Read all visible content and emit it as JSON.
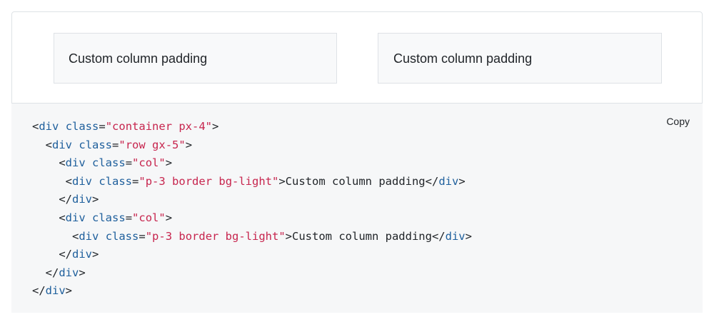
{
  "example": {
    "cells": [
      {
        "text": "Custom column padding"
      },
      {
        "text": "Custom column padding"
      }
    ]
  },
  "code": {
    "copy_label": "Copy",
    "lines": [
      {
        "indent": "",
        "parts": [
          [
            "punct",
            "<"
          ],
          [
            "tag",
            "div"
          ],
          [
            "punct",
            " "
          ],
          [
            "attr",
            "class"
          ],
          [
            "punct",
            "="
          ],
          [
            "str",
            "\"container px-4\""
          ],
          [
            "punct",
            ">"
          ]
        ]
      },
      {
        "indent": "  ",
        "parts": [
          [
            "punct",
            "<"
          ],
          [
            "tag",
            "div"
          ],
          [
            "punct",
            " "
          ],
          [
            "attr",
            "class"
          ],
          [
            "punct",
            "="
          ],
          [
            "str",
            "\"row gx-5\""
          ],
          [
            "punct",
            ">"
          ]
        ]
      },
      {
        "indent": "    ",
        "parts": [
          [
            "punct",
            "<"
          ],
          [
            "tag",
            "div"
          ],
          [
            "punct",
            " "
          ],
          [
            "attr",
            "class"
          ],
          [
            "punct",
            "="
          ],
          [
            "str",
            "\"col\""
          ],
          [
            "punct",
            ">"
          ]
        ]
      },
      {
        "indent": "     ",
        "parts": [
          [
            "punct",
            "<"
          ],
          [
            "tag",
            "div"
          ],
          [
            "punct",
            " "
          ],
          [
            "attr",
            "class"
          ],
          [
            "punct",
            "="
          ],
          [
            "str",
            "\"p-3 border bg-light\""
          ],
          [
            "punct",
            ">Custom column padding</"
          ],
          [
            "tag",
            "div"
          ],
          [
            "punct",
            ">"
          ]
        ]
      },
      {
        "indent": "    ",
        "parts": [
          [
            "punct",
            "</"
          ],
          [
            "tag",
            "div"
          ],
          [
            "punct",
            ">"
          ]
        ]
      },
      {
        "indent": "    ",
        "parts": [
          [
            "punct",
            "<"
          ],
          [
            "tag",
            "div"
          ],
          [
            "punct",
            " "
          ],
          [
            "attr",
            "class"
          ],
          [
            "punct",
            "="
          ],
          [
            "str",
            "\"col\""
          ],
          [
            "punct",
            ">"
          ]
        ]
      },
      {
        "indent": "      ",
        "parts": [
          [
            "punct",
            "<"
          ],
          [
            "tag",
            "div"
          ],
          [
            "punct",
            " "
          ],
          [
            "attr",
            "class"
          ],
          [
            "punct",
            "="
          ],
          [
            "str",
            "\"p-3 border bg-light\""
          ],
          [
            "punct",
            ">Custom column padding</"
          ],
          [
            "tag",
            "div"
          ],
          [
            "punct",
            ">"
          ]
        ]
      },
      {
        "indent": "    ",
        "parts": [
          [
            "punct",
            "</"
          ],
          [
            "tag",
            "div"
          ],
          [
            "punct",
            ">"
          ]
        ]
      },
      {
        "indent": "  ",
        "parts": [
          [
            "punct",
            "</"
          ],
          [
            "tag",
            "div"
          ],
          [
            "punct",
            ">"
          ]
        ]
      },
      {
        "indent": "",
        "parts": [
          [
            "punct",
            "</"
          ],
          [
            "tag",
            "div"
          ],
          [
            "punct",
            ">"
          ]
        ]
      }
    ]
  },
  "colors": {
    "tag": "#1e5f9c",
    "attr": "#1e5f9c",
    "string": "#c7254e",
    "code_bg": "#f6f7f8",
    "cell_bg": "#f8f9fa",
    "border": "#dee2e6"
  }
}
